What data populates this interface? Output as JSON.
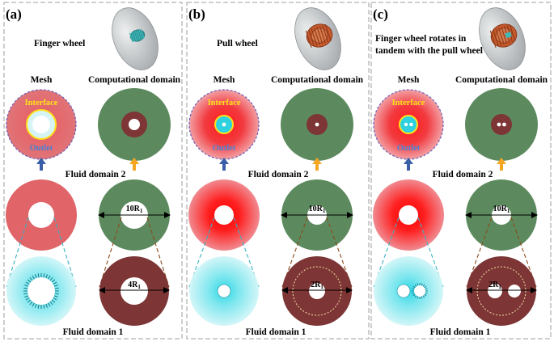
{
  "panels": [
    {
      "id": "a",
      "label": "(a)",
      "title": [
        "Finger wheel"
      ],
      "mesh_label": "Mesh",
      "domain_label": "Computational domain",
      "interface_label": "Interface",
      "outlet_label": "Outlet",
      "fluid2_label": "Fluid domain 2",
      "fluid1_label": "Fluid domain 1",
      "dim2": "10R",
      "dim1": "4R",
      "subscript": "1"
    },
    {
      "id": "b",
      "label": "(b)",
      "title": [
        "Pull wheel"
      ],
      "mesh_label": "Mesh",
      "domain_label": "Computational domain",
      "interface_label": "Interface",
      "outlet_label": "Outlet",
      "fluid2_label": "Fluid domain 2",
      "fluid1_label": "Fluid domain 1",
      "dim2": "10R",
      "dim1": "2R",
      "subscript": "1"
    },
    {
      "id": "c",
      "label": "(c)",
      "title": [
        "Finger wheel rotates in",
        "tandem with the pull wheel"
      ],
      "mesh_label": "Mesh",
      "domain_label": "Computational domain",
      "interface_label": "Interface",
      "outlet_label": "Outlet",
      "fluid2_label": "Fluid domain 2",
      "fluid1_label": "Fluid domain 1",
      "dim2": "10R",
      "dim1": "2R",
      "subscript": "1"
    }
  ],
  "colors": {
    "green_domain": "#5c8a5e",
    "maroon_domain": "#7d3535",
    "mesh_red": "#e06468",
    "mesh_cyan": "#9be8ee",
    "interface": "#ffe21a",
    "outlet": "#4a7fd4",
    "arrow_blue": "#3b5ea8",
    "arrow_orange": "#f5a623",
    "wheel_copper": "#c65a2e",
    "wheel_teal": "#3fb8b8"
  }
}
